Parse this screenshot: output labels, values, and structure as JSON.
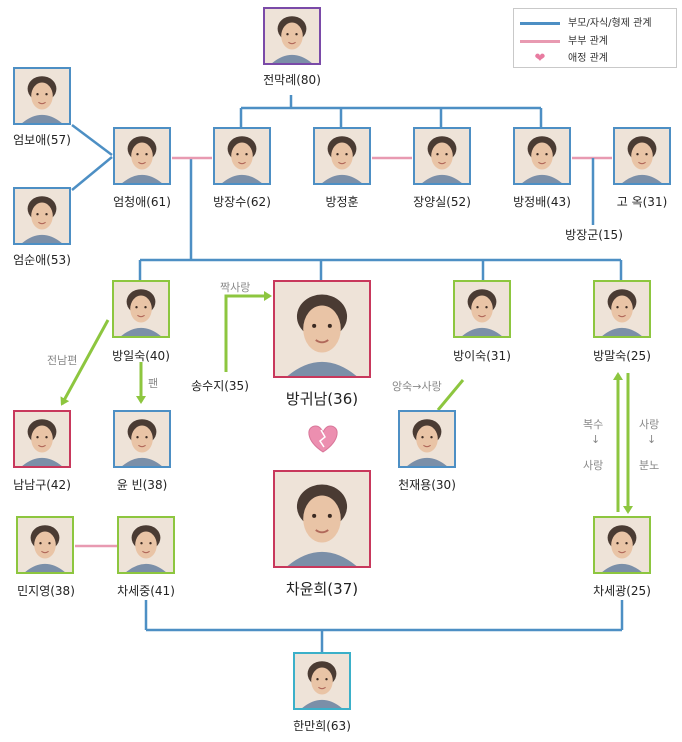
{
  "legend": {
    "items": [
      {
        "label": "부모/자식/형제 관계",
        "type": "line",
        "color": "#4d8fc4"
      },
      {
        "label": "부부 관계",
        "type": "line",
        "color": "#e89ab1"
      },
      {
        "label": "애정 관계",
        "type": "heart",
        "color": "#e87ba0"
      }
    ]
  },
  "colors": {
    "family_line": "#4d8fc4",
    "marriage_line": "#e89ab1",
    "affection_arrow": "#8dc63f",
    "heart": "#e87ba0"
  },
  "people": {
    "jeon_makrye": "전막례(80)",
    "eom_boae": "엄보애(57)",
    "eom_cheongae": "엄청애(61)",
    "eom_sunae": "엄순애(53)",
    "bang_jangsu": "방장수(62)",
    "bang_jeonghun": "방정훈",
    "jang_yangsil": "장양실(52)",
    "bang_jeongbae": "방정배(43)",
    "go_ok": "고 옥(31)",
    "bang_janggun": "방장군(15)",
    "bang_ilsuk": "방일숙(40)",
    "song_suji": "송수지(35)",
    "bang_guinam": "방귀남(36)",
    "bang_isuk": "방이숙(31)",
    "bang_malsuk": "방말숙(25)",
    "nam_namgu": "남남구(42)",
    "yun_bin": "윤 빈(38)",
    "cheon_jaeyong": "천재용(30)",
    "min_jiyeong": "민지영(38)",
    "cha_sejung": "차세중(41)",
    "cha_yunhui": "차윤희(37)",
    "cha_segwang": "차세광(25)",
    "han_manhui": "한만희(63)"
  },
  "relations": {
    "ex_husband": "전남편",
    "fan": "팬",
    "one_sided_love": "짝사랑",
    "hate_to_love": "앙숙→사랑",
    "revenge": "복수",
    "love": "사랑",
    "love2": "사랑",
    "anger": "분노",
    "arrow_down": "↓"
  }
}
